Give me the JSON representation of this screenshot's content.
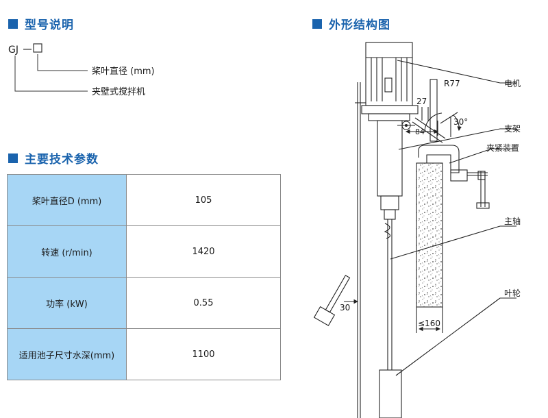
{
  "sections": {
    "model_title": "型号说明",
    "params_title": "主要技术参数",
    "diagram_title": "外形结构图"
  },
  "model": {
    "code": "GJ",
    "dash": "—",
    "desc_impeller": "桨叶直径 (mm)",
    "desc_type": "夹壁式搅拌机"
  },
  "params": [
    {
      "label": "桨叶直径D (mm)",
      "value": "105"
    },
    {
      "label": "转速 (r/min)",
      "value": "1420"
    },
    {
      "label": "功率 (kW)",
      "value": "0.55"
    },
    {
      "label": "适用池子尺寸水深(mm)",
      "value": "1100"
    }
  ],
  "diagram": {
    "labels": {
      "motor": "电机",
      "bracket": "支架",
      "clamp": "夹紧装置",
      "shaft": "主轴",
      "impeller": "叶轮"
    },
    "dims": {
      "r77": "R77",
      "d27": "27",
      "d84": "84",
      "ang30": "30°",
      "d30": "30",
      "d160": "≤160"
    }
  },
  "colors": {
    "accent": "#1a63ad",
    "table_label_bg": "#a7d6f5"
  }
}
